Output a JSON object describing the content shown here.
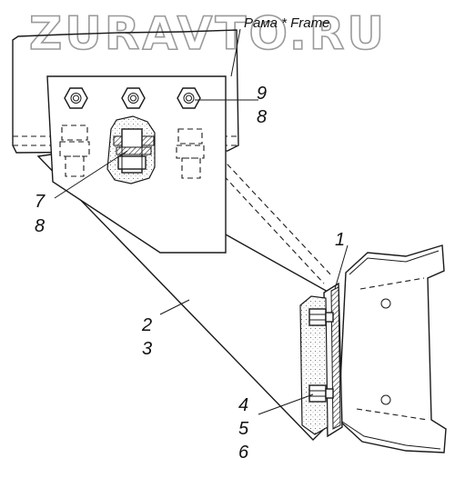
{
  "watermark": "ZURAVTO.RU",
  "frame_label": "Рама * Frame",
  "callouts": {
    "c1": "1",
    "c2": "2",
    "c3": "3",
    "c4": "4",
    "c5": "5",
    "c6": "6",
    "c7": "7",
    "c8a": "8",
    "c8b": "8",
    "c9": "9"
  }
}
